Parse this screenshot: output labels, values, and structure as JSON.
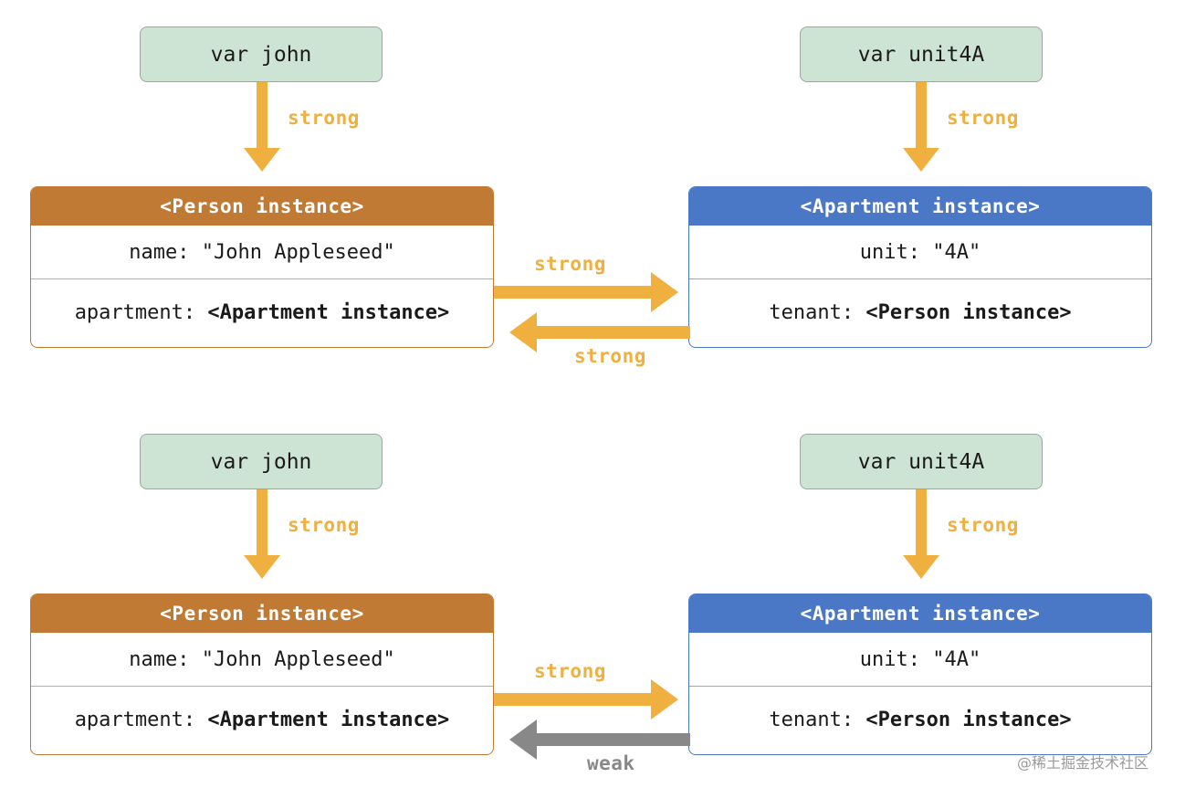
{
  "colors": {
    "var_fill": "#cde3d3",
    "person_header": "#c07a34",
    "apartment_header": "#4a78c6",
    "strong_arrow": "#f0b040",
    "weak_arrow": "#888888"
  },
  "diagrams": [
    {
      "var_left": "var john",
      "var_right": "var unit4A",
      "left_strong_label": "strong",
      "right_strong_label": "strong",
      "person": {
        "title": "<Person instance>",
        "name_row": "name: \"John Appleseed\"",
        "apartment_key": "apartment: ",
        "apartment_value": "<Apartment instance>"
      },
      "apartment": {
        "title": "<Apartment instance>",
        "unit_row": "unit: \"4A\"",
        "tenant_key": "tenant: ",
        "tenant_value": "<Person instance>"
      },
      "forward_label": "strong",
      "back_label": "strong",
      "back_kind": "strong"
    },
    {
      "var_left": "var john",
      "var_right": "var unit4A",
      "left_strong_label": "strong",
      "right_strong_label": "strong",
      "person": {
        "title": "<Person instance>",
        "name_row": "name: \"John Appleseed\"",
        "apartment_key": "apartment: ",
        "apartment_value": "<Apartment instance>"
      },
      "apartment": {
        "title": "<Apartment instance>",
        "unit_row": "unit: \"4A\"",
        "tenant_key": "tenant: ",
        "tenant_value": "<Person instance>"
      },
      "forward_label": "strong",
      "back_label": "weak",
      "back_kind": "weak"
    }
  ],
  "watermark": "@稀土掘金技术社区"
}
